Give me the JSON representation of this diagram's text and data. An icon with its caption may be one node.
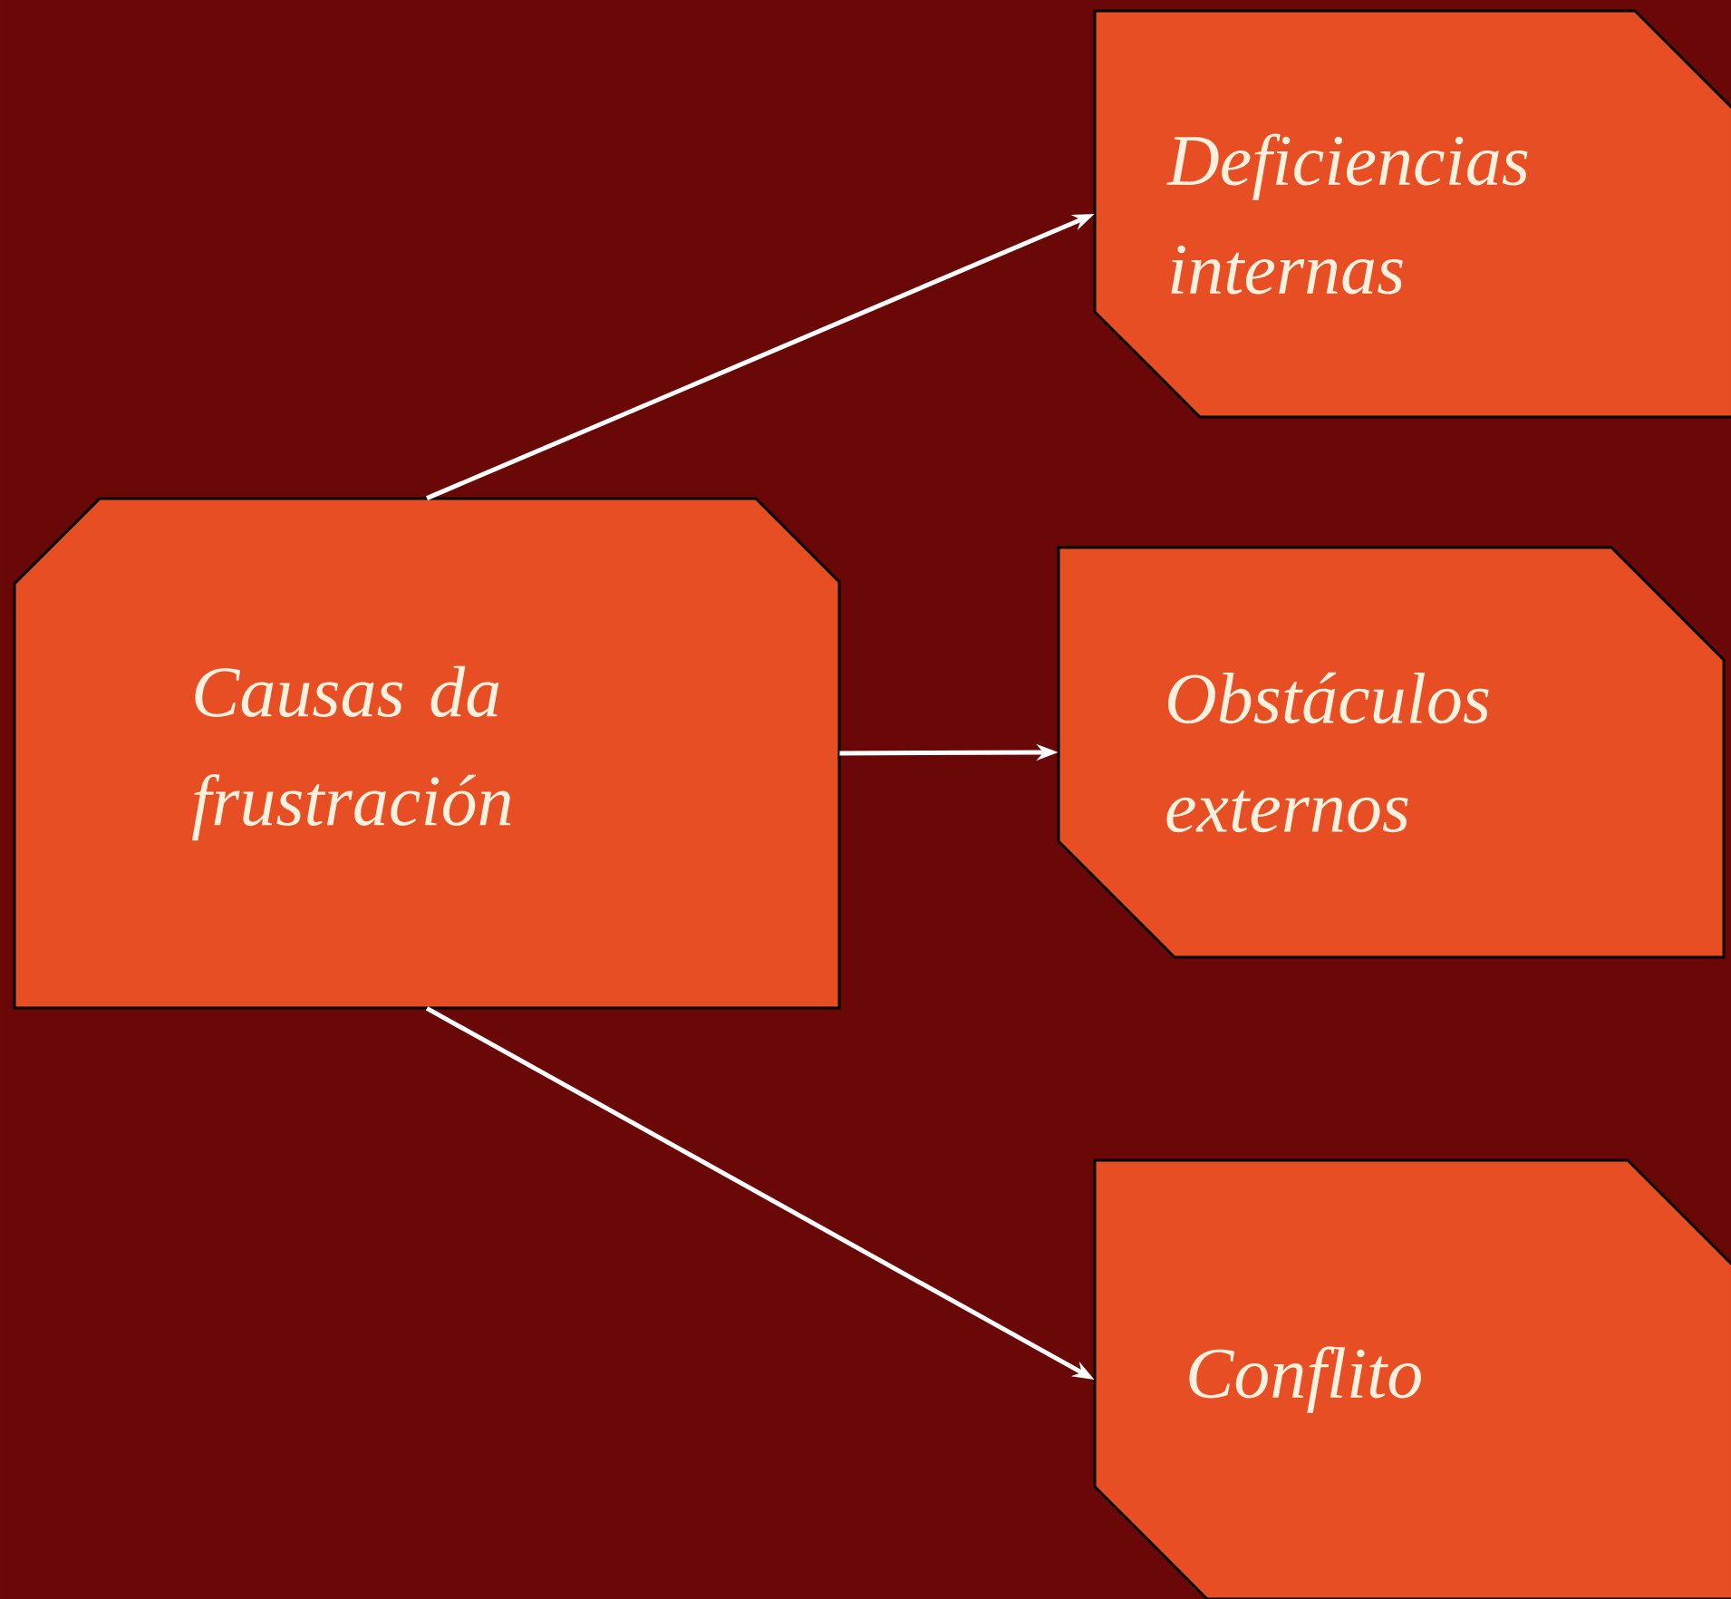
{
  "diagram": {
    "nodes": [
      {
        "text": [
          "Causas da frustración"
        ]
      },
      {
        "text": [
          "Deficiencias internas"
        ]
      },
      {
        "text": [
          "Obstáculos externos"
        ]
      },
      {
        "text": [
          "Conflito"
        ]
      }
    ],
    "edges": [
      {
        "from": 0,
        "to": 1,
        "arrow": "to"
      },
      {
        "from": 0,
        "to": 2,
        "arrow": "to"
      },
      {
        "from": 0,
        "to": 3,
        "arrow": "to"
      }
    ]
  }
}
